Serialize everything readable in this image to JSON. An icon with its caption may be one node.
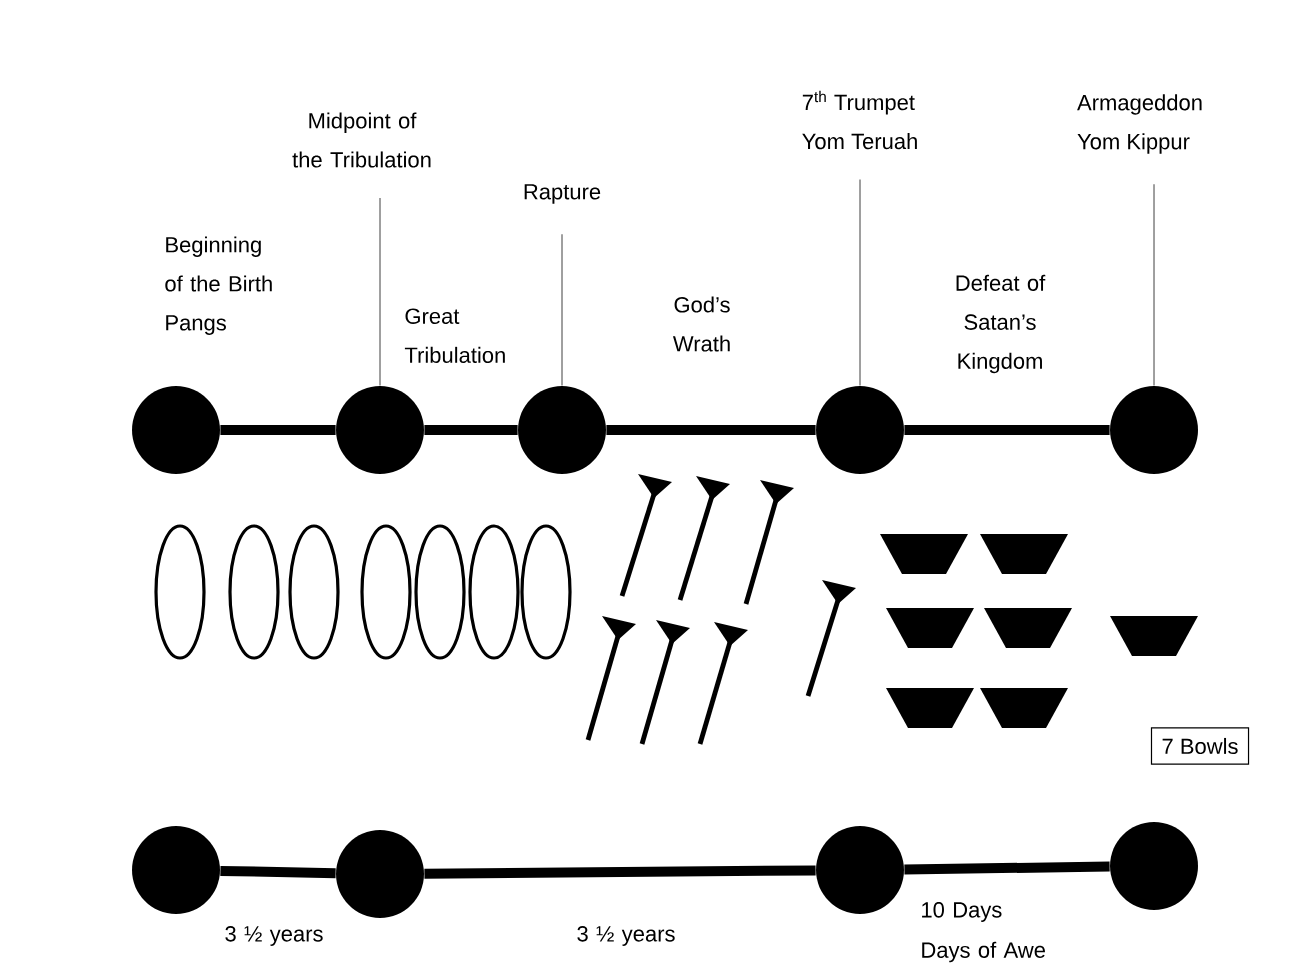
{
  "diagram": {
    "nodes": [
      {
        "text": [
          "Midpoint of the Tribulation"
        ]
      },
      {
        "text": [
          "Rapture"
        ]
      },
      {
        "text": [
          "7$^{th}$ Trumpet",
          "Yom Teruah"
        ]
      },
      {
        "text": [
          "Armageddon",
          "Yom Kippur"
        ]
      },
      {
        "text": [],
        "shape": "circle"
      },
      {
        "text": [],
        "shape": "circle"
      },
      {
        "text": [],
        "shape": "circle"
      },
      {
        "text": [],
        "shape": "circle"
      },
      {
        "text": [],
        "shape": "circle"
      },
      {
        "text": [],
        "shape": "circle"
      },
      {
        "text": [],
        "shape": "circle"
      },
      {
        "text": [],
        "shape": "circle"
      },
      {
        "text": [],
        "shape": "circle"
      },
      {
        "text": [
          "7 Bowls"
        ]
      }
    ],
    "edges": [
      {
        "from": 0,
        "to": 5,
        "arrow": "none",
        "color": "#888888"
      },
      {
        "from": 1,
        "to": 6,
        "arrow": "none",
        "color": "#888888"
      },
      {
        "from": 2,
        "to": 7,
        "arrow": "none",
        "color": "#888888"
      },
      {
        "from": 3,
        "to": 8,
        "arrow": "none",
        "color": "#888888"
      },
      {
        "from": 4,
        "to": 5,
        "arrow": "none"
      },
      {
        "from": 5,
        "to": 6,
        "arrow": "none"
      },
      {
        "from": 6,
        "to": 7,
        "arrow": "none"
      },
      {
        "from": 7,
        "to": 8,
        "arrow": "none"
      },
      {
        "from": 9,
        "to": 10,
        "arrow": "none"
      },
      {
        "from": 10,
        "to": 11,
        "arrow": "none"
      },
      {
        "from": 11,
        "to": 12,
        "arrow": "none"
      }
    ],
    "labels": [
      "Beginning of the Birth Pangs",
      "Great Tribulation",
      "God’s Wrath",
      "Defeat of Satan’s Kingdom",
      "3 ½ years",
      "3 ½ years",
      "10 Days",
      "Days of Awe"
    ]
  }
}
